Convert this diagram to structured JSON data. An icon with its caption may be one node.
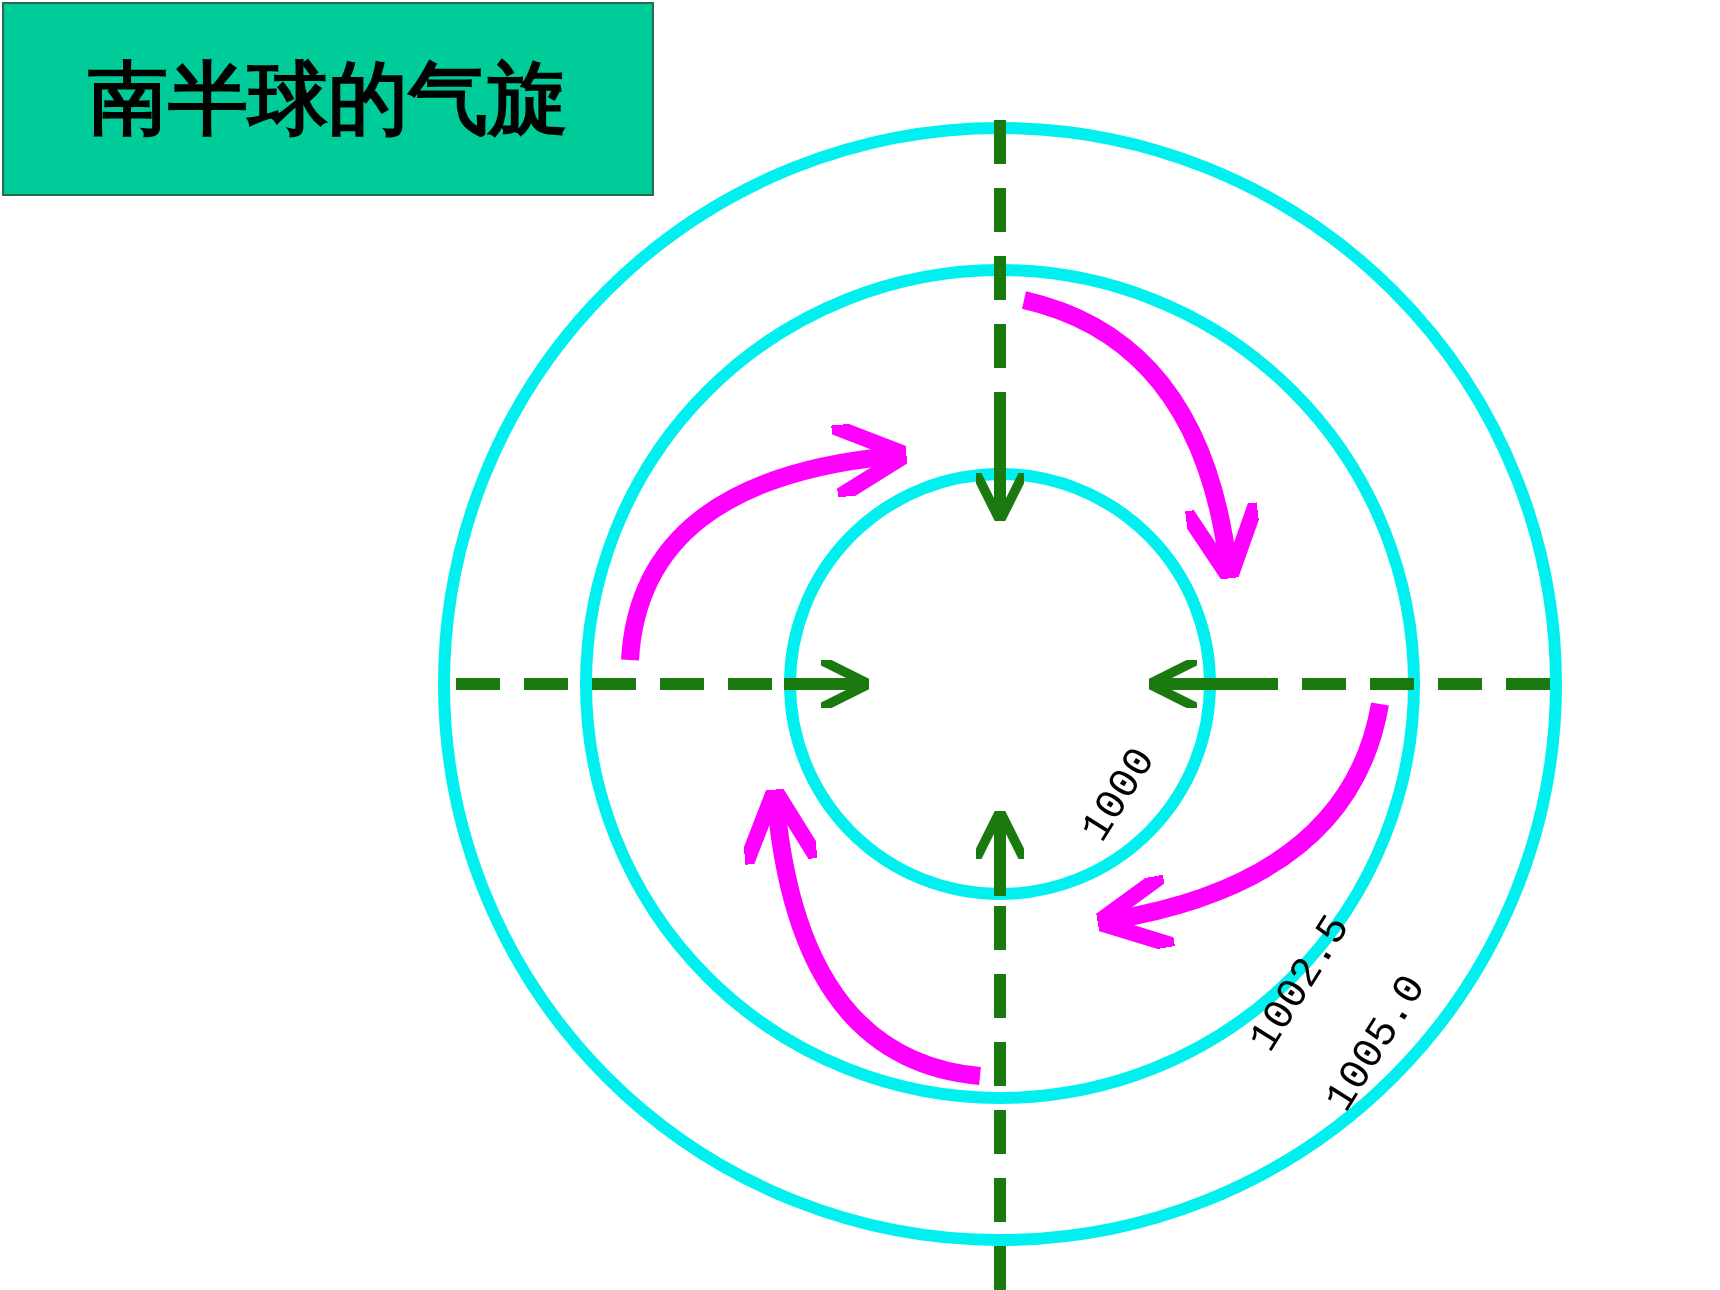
{
  "diagram": {
    "title": "南半球的气旋",
    "labels": [
      "1000",
      "1002.5",
      "1005.0"
    ]
  }
}
